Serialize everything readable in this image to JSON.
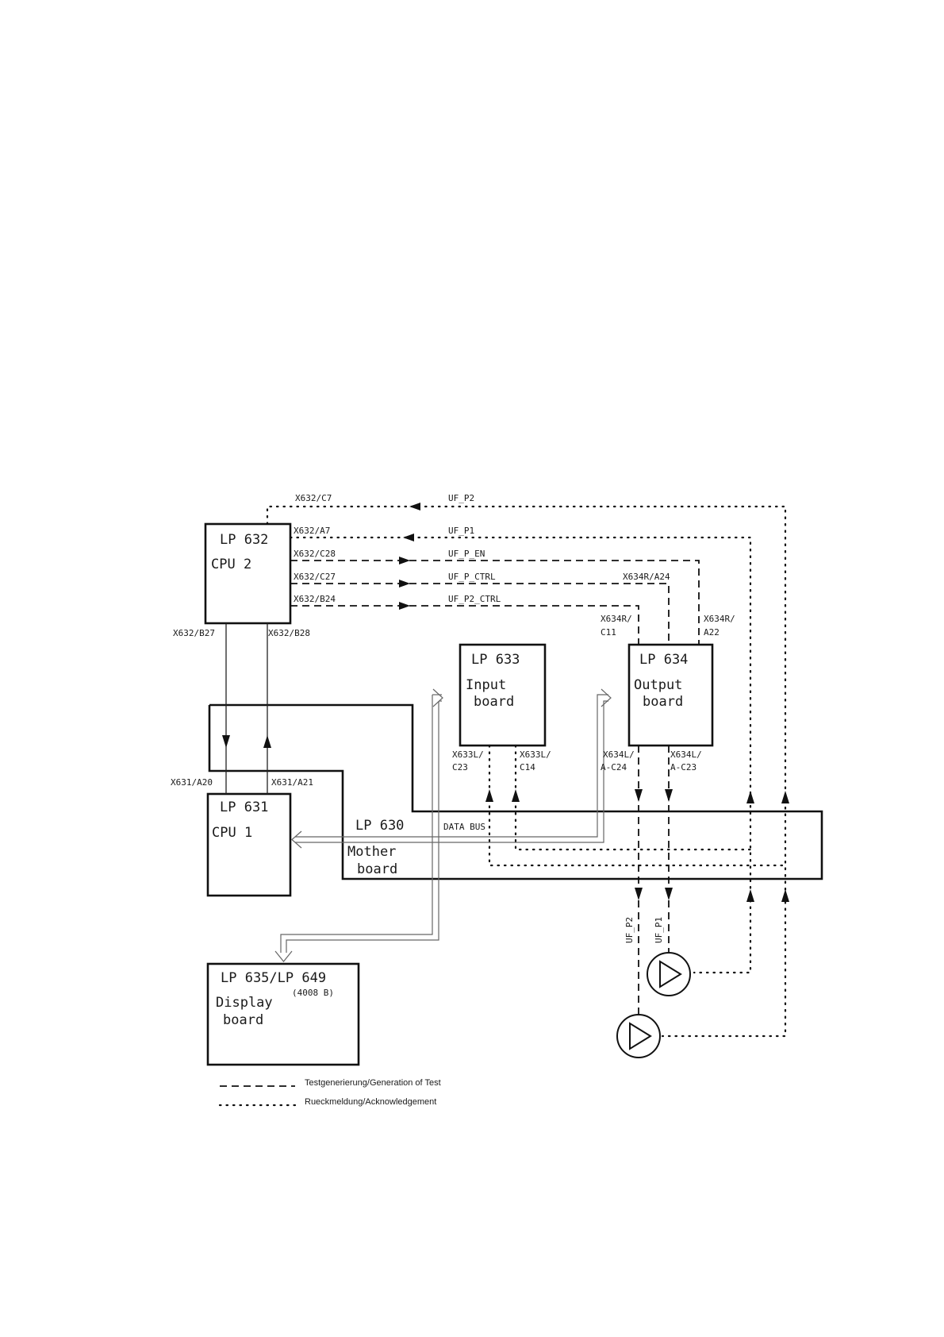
{
  "boards": {
    "cpu2": {
      "id": "LP 632",
      "name": "CPU 2"
    },
    "cpu1": {
      "id": "LP 631",
      "name": "CPU 1"
    },
    "input": {
      "id": "LP 633",
      "name1": "Input",
      "name2": "board"
    },
    "output": {
      "id": "LP 634",
      "name1": "Output",
      "name2": "board"
    },
    "display": {
      "id": "LP 635/LP 649",
      "note": "(4008 B)",
      "name1": "Display",
      "name2": "board"
    },
    "mother": {
      "id": "LP 630",
      "bus": "DATA BUS",
      "name1": "Mother",
      "name2": "board"
    }
  },
  "pins": {
    "c7": "X632/C7",
    "a7": "X632/A7",
    "c28": "X632/C28",
    "c27": "X632/C27",
    "b24": "X632/B24",
    "b27": "X632/B27",
    "b28": "X632/B28",
    "a20": "X631/A20",
    "a21": "X631/A21",
    "x634r_a24": "X634R/A24",
    "x634r_1": "X634R/",
    "c11": "C11",
    "x634r_2": "X634R/",
    "a22": "A22",
    "x633l_1": "X633L/",
    "c23": "C23",
    "x633l_2": "X633L/",
    "c14": "C14",
    "x634l_1": "X634L/",
    "ac24": "A-C24",
    "x634l_2": "X634L/",
    "ac23": "A-C23"
  },
  "signals": {
    "ufp2": "UF_P2",
    "ufp1": "UF_P1",
    "ufpen": "UF_P_EN",
    "ufpctrl": "UF_P_CTRL",
    "ufp2ctrl": "UF_P2_CTRL",
    "pump_p2": "UF_P2",
    "pump_p1": "UF_P1"
  },
  "legend": {
    "dash_sample": "_ _ _ _ _ _",
    "dash_text": "Testgenerierung/Generation of Test",
    "dot_sample": ". . . . . . . .",
    "dot_text": "Rueckmeldung/Acknowledgement"
  }
}
